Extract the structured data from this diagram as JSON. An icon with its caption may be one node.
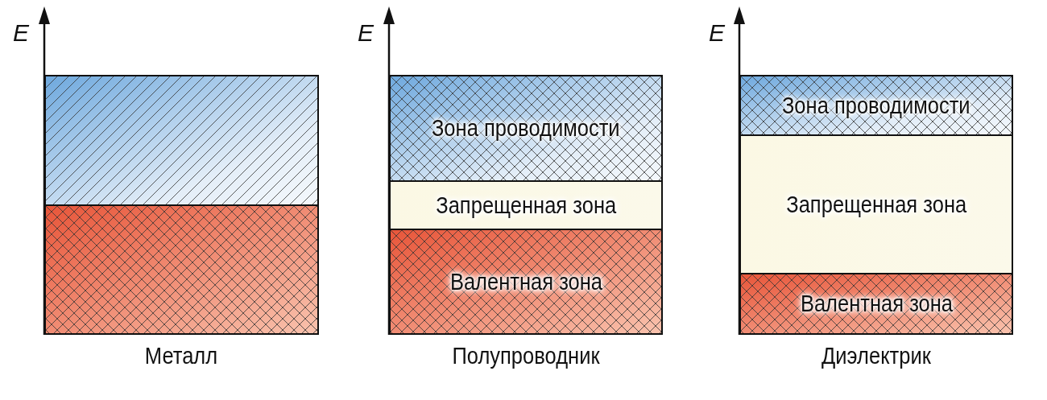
{
  "diagram": {
    "nodes": [
      {
        "text": [],
        "shape": "box"
      },
      {
        "text": [],
        "shape": "box"
      },
      {
        "text": [
          "Зона проводимости"
        ]
      },
      {
        "text": [
          "Запрещенная зона"
        ]
      },
      {
        "text": [
          "Валентная зона"
        ]
      },
      {
        "text": [
          "Зона проводимости"
        ]
      },
      {
        "text": [
          "Запрещенная зона"
        ]
      },
      {
        "text": [
          "Валентная зона"
        ]
      }
    ],
    "edges": [],
    "labels": [
      "E",
      "E",
      "E",
      "Металл",
      "Полупроводник",
      "Диэлектрик"
    ]
  }
}
